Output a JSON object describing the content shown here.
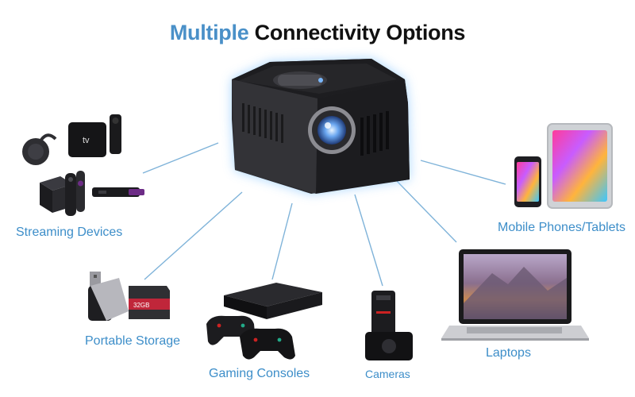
{
  "title": {
    "accent": "Multiple",
    "rest": "Connectivity Options"
  },
  "colors": {
    "accent": "#4a90c8",
    "label": "#3d8ec9",
    "line": "#7fb3d9",
    "glow": "#9fd0ff"
  },
  "labels": {
    "streaming": "Streaming Devices",
    "storage": "Portable Storage",
    "gaming": "Gaming Consoles",
    "cameras": "Cameras",
    "laptops": "Laptops",
    "mobile": "Mobile Phones/Tablets"
  },
  "device_text": {
    "appletv": "tv",
    "sdcard": "32GB"
  }
}
